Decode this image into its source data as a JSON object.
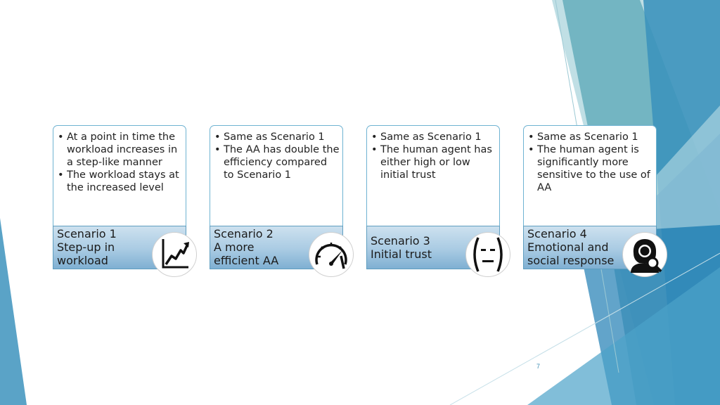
{
  "slide": {
    "page_number": "7",
    "colors": {
      "card_border": "#6fb3d2",
      "label_band_top": "#cde1ef",
      "label_band_bottom": "#7fb0d2",
      "deco_teal": "#5aa7b5",
      "deco_blue": "#3d93bd",
      "page_number": "#3e8db3"
    }
  },
  "cards": [
    {
      "bullets": [
        "At a point in time the workload increases in a step-like manner",
        "The workload stays at the increased level"
      ],
      "label_lines": [
        "Scenario 1",
        "Step-up in",
        "workload"
      ],
      "icon": "trending-up-chart-icon"
    },
    {
      "bullets": [
        "Same as Scenario 1",
        "The AA has double the efficiency compared to Scenario 1"
      ],
      "label_lines": [
        "Scenario 2",
        "A more",
        "efficient AA"
      ],
      "icon": "speedometer-icon"
    },
    {
      "bullets": [
        "Same as Scenario 1",
        "The human agent has either high or low initial trust"
      ],
      "label_lines": [
        "Scenario 3",
        "Initial trust"
      ],
      "icon": "neutral-face-icon"
    },
    {
      "bullets": [
        "Same as Scenario 1",
        "The human agent is significantly more sensitive to the use of AA"
      ],
      "label_lines": [
        "Scenario 4",
        "Emotional and",
        "social response"
      ],
      "icon": "person-search-icon"
    }
  ]
}
